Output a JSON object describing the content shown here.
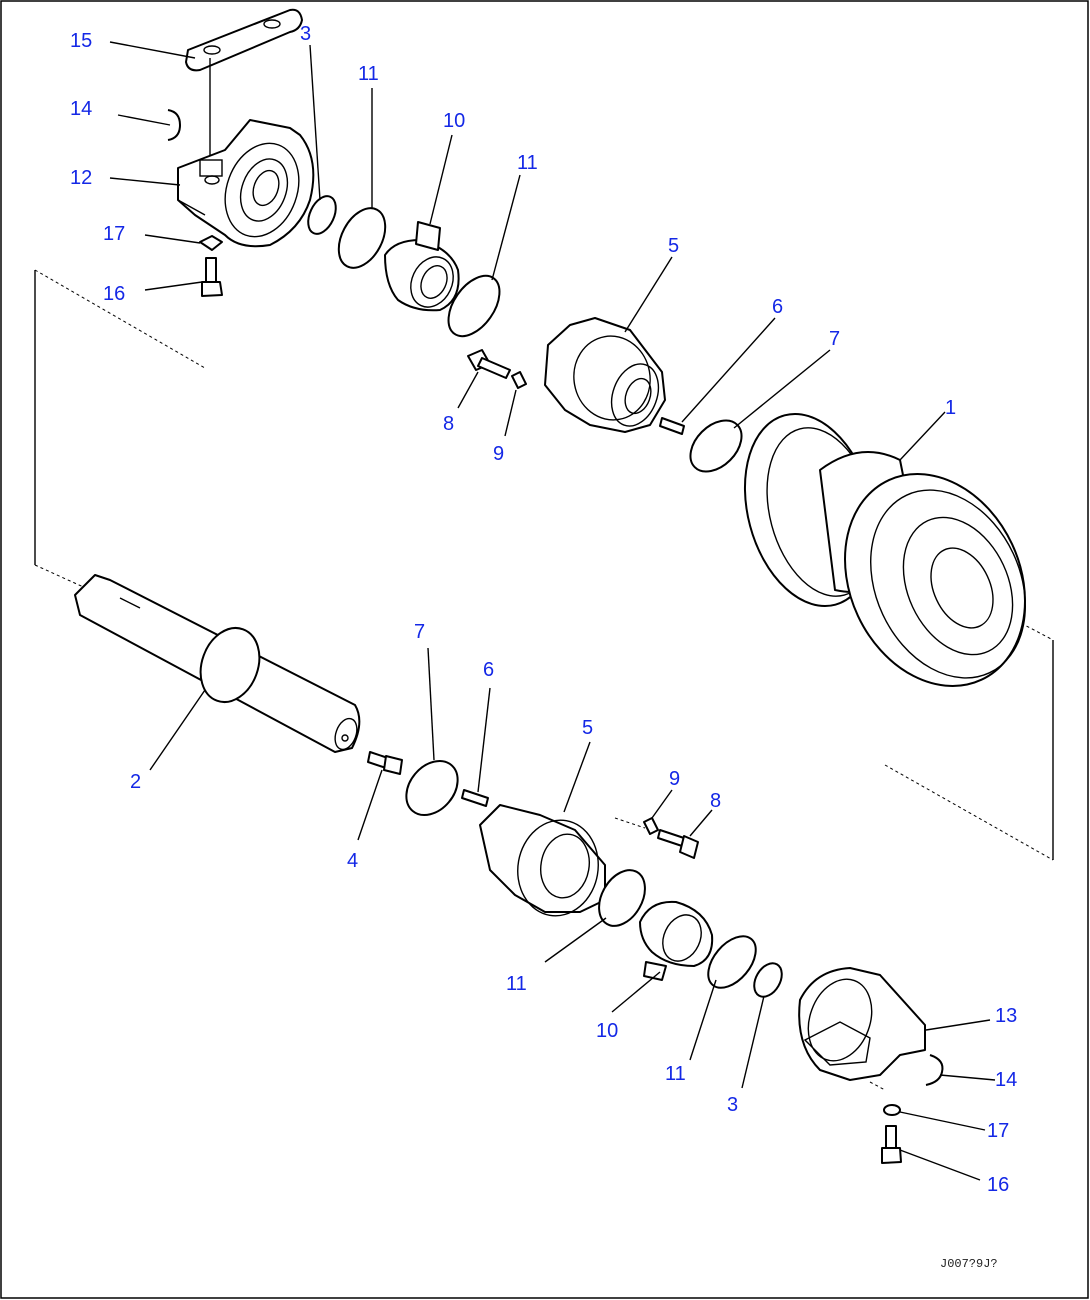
{
  "diagram": {
    "callouts": [
      {
        "id": "c15",
        "label": "15"
      },
      {
        "id": "c3a",
        "label": "3"
      },
      {
        "id": "c11a",
        "label": "11"
      },
      {
        "id": "c14a",
        "label": "14"
      },
      {
        "id": "c10a",
        "label": "10"
      },
      {
        "id": "c11b",
        "label": "11"
      },
      {
        "id": "c12",
        "label": "12"
      },
      {
        "id": "c17a",
        "label": "17"
      },
      {
        "id": "c5a",
        "label": "5"
      },
      {
        "id": "c16a",
        "label": "16"
      },
      {
        "id": "c6a",
        "label": "6"
      },
      {
        "id": "c7a",
        "label": "7"
      },
      {
        "id": "c1",
        "label": "1"
      },
      {
        "id": "c8a",
        "label": "8"
      },
      {
        "id": "c9a",
        "label": "9"
      },
      {
        "id": "c7b",
        "label": "7"
      },
      {
        "id": "c6b",
        "label": "6"
      },
      {
        "id": "c5b",
        "label": "5"
      },
      {
        "id": "c2",
        "label": "2"
      },
      {
        "id": "c9b",
        "label": "9"
      },
      {
        "id": "c8b",
        "label": "8"
      },
      {
        "id": "c4",
        "label": "4"
      },
      {
        "id": "c11c",
        "label": "11"
      },
      {
        "id": "c13",
        "label": "13"
      },
      {
        "id": "c10b",
        "label": "10"
      },
      {
        "id": "c11d",
        "label": "11"
      },
      {
        "id": "c14b",
        "label": "14"
      },
      {
        "id": "c3b",
        "label": "3"
      },
      {
        "id": "c17b",
        "label": "17"
      },
      {
        "id": "c16b",
        "label": "16"
      }
    ],
    "drawing_code": "J007?9J?"
  },
  "colors": {
    "callout_text": "#1428e6",
    "line": "#000000",
    "background": "#ffffff"
  }
}
